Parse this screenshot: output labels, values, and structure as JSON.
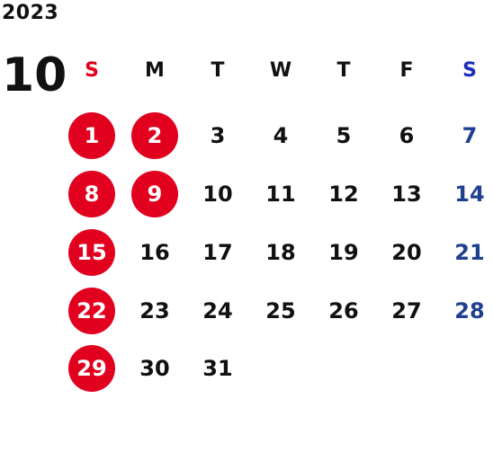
{
  "year": "2023",
  "month": "10",
  "weekdays": [
    "S",
    "M",
    "T",
    "W",
    "T",
    "F",
    "S"
  ],
  "weeks": [
    [
      "1",
      "2",
      "3",
      "4",
      "5",
      "6",
      "7"
    ],
    [
      "8",
      "9",
      "10",
      "11",
      "12",
      "13",
      "14"
    ],
    [
      "15",
      "16",
      "17",
      "18",
      "19",
      "20",
      "21"
    ],
    [
      "22",
      "23",
      "24",
      "25",
      "26",
      "27",
      "28"
    ],
    [
      "29",
      "30",
      "31",
      "",
      "",
      "",
      ""
    ]
  ],
  "highlighted_days": [
    "1",
    "2",
    "8",
    "9",
    "15",
    "22",
    "29"
  ],
  "colors": {
    "holiday_fill": "#e2001f",
    "sunday_label": "#e0001b",
    "saturday_label": "#1c2fb8",
    "saturday_dates": "#1f3f8f",
    "text": "#111111"
  }
}
